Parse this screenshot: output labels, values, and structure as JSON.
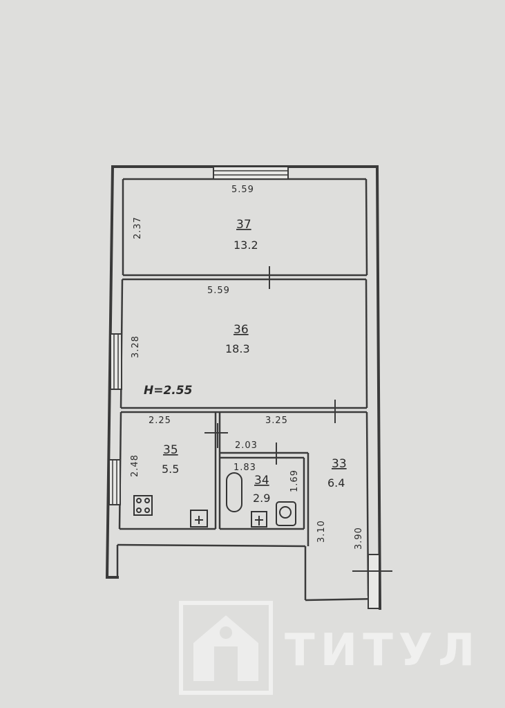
{
  "rooms": [
    {
      "number": "37",
      "area": "13.2"
    },
    {
      "number": "36",
      "area": "18.3"
    },
    {
      "number": "35",
      "area": "5.5"
    },
    {
      "number": "34",
      "area": "2.9"
    },
    {
      "number": "33",
      "area": "6.4"
    }
  ],
  "dimensions": {
    "r37_width": "5.59",
    "r37_height": "2.37",
    "r36_width": "5.59",
    "r36_height": "3.28",
    "r35_width": "2.25",
    "r35_height": "2.48",
    "corridor_width": "3.25",
    "bath_top": "2.03",
    "bath_width": "1.83",
    "bath_height": "1.69",
    "hall_inner": "3.10",
    "hall_outer": "3.90"
  },
  "ceiling_height": "H=2.55",
  "watermark": {
    "text": "ТИТУЛ",
    "logo": "house-key-logo"
  }
}
